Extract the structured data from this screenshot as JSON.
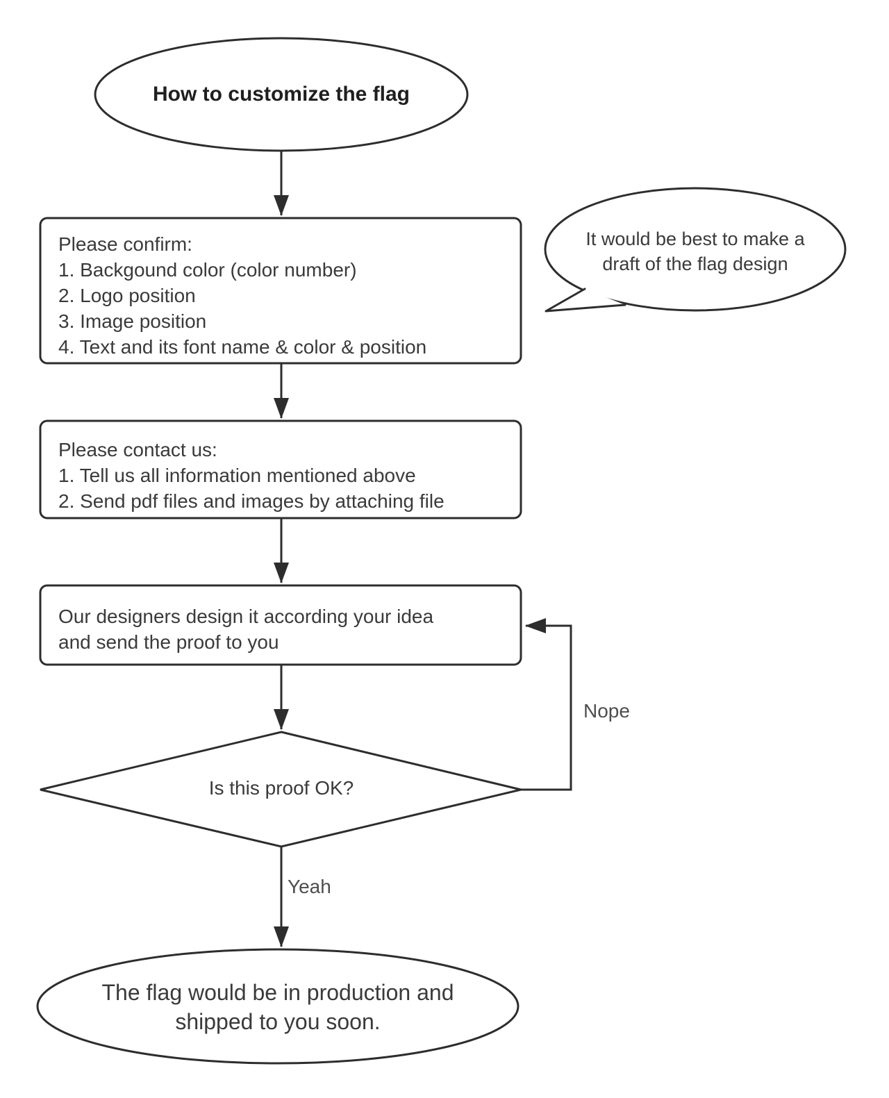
{
  "diagram": {
    "kind": "flowchart",
    "colors": {
      "background": "#ffffff",
      "line": "#2d2d2d",
      "text": "#3a3a3a",
      "edge_label": "#4e4e4e"
    },
    "nodes": {
      "start": {
        "shape": "ellipse",
        "label": "How to customize the flag"
      },
      "confirm": {
        "shape": "process-rect",
        "lines": [
          "Please confirm:",
          "1. Backgound color (color number)",
          "2. Logo position",
          "3. Image position",
          "4. Text and its font name & color & position"
        ]
      },
      "draft_note": {
        "shape": "speech-bubble",
        "lines": [
          "It would be best to make a",
          "draft of the flag design"
        ]
      },
      "contact": {
        "shape": "process-rect",
        "lines": [
          "Please contact us:",
          "1. Tell us all information mentioned above",
          "2. Send pdf files and images by attaching file"
        ]
      },
      "design": {
        "shape": "process-rect",
        "lines": [
          "Our designers design it according your idea",
          "and send the proof to you"
        ]
      },
      "proof_ok": {
        "shape": "decision-diamond",
        "label": "Is this proof OK?"
      },
      "end": {
        "shape": "ellipse",
        "lines": [
          "The flag would be in production and",
          "shipped to you soon."
        ]
      }
    },
    "edges": {
      "nope_label": "Nope",
      "yeah_label": "Yeah"
    }
  }
}
